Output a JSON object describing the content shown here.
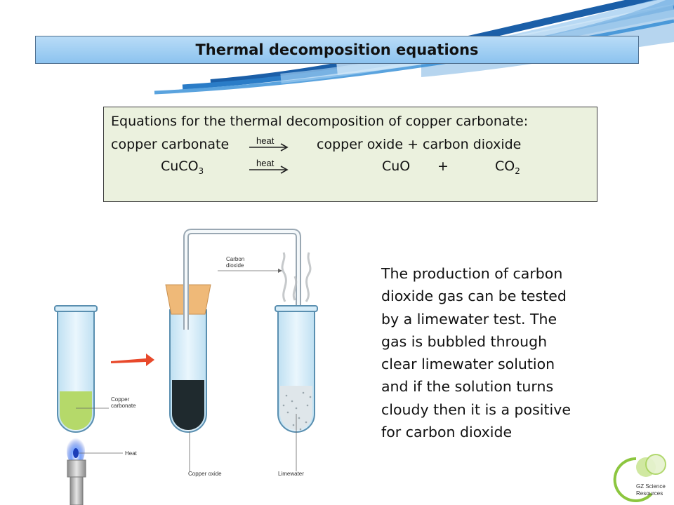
{
  "slide": {
    "title": "Thermal decomposition equations",
    "equations": {
      "intro": "Equations for the thermal decomposition of copper carbonate:",
      "word": {
        "reactant": "copper carbonate",
        "arrow_label": "heat",
        "products": "copper oxide + carbon dioxide"
      },
      "symbol": {
        "reactant": "CuCO",
        "reactant_sub": "3",
        "arrow_label": "heat",
        "product1": "CuO",
        "plus": "+",
        "product2": "CO",
        "product2_sub": "2"
      }
    },
    "paragraph": [
      "The production of carbon",
      "dioxide gas can be tested",
      "by a limewater test. The",
      "gas is bubbled through",
      "clear limewater solution",
      "and if the solution turns",
      "cloudy then it is a positive",
      "for carbon dioxide"
    ],
    "diagram_labels": {
      "carbon_dioxide_1": "Carbon",
      "carbon_dioxide_2": "dioxide",
      "copper_carbonate_1": "Copper",
      "copper_carbonate_2": "carbonate",
      "heat": "Heat",
      "copper_oxide": "Copper oxide",
      "limewater": "Limewater"
    },
    "logo": {
      "line1": "GZ Science",
      "line2": "Resources"
    },
    "colors": {
      "title_fill": "#a6d0f3",
      "equation_box_fill": "#ebf1de",
      "copper_carbonate": "#b5d96a",
      "copper_oxide": "#1f2a2e",
      "arrow": "#e8492b",
      "logo_green": "#8cc63f"
    }
  }
}
